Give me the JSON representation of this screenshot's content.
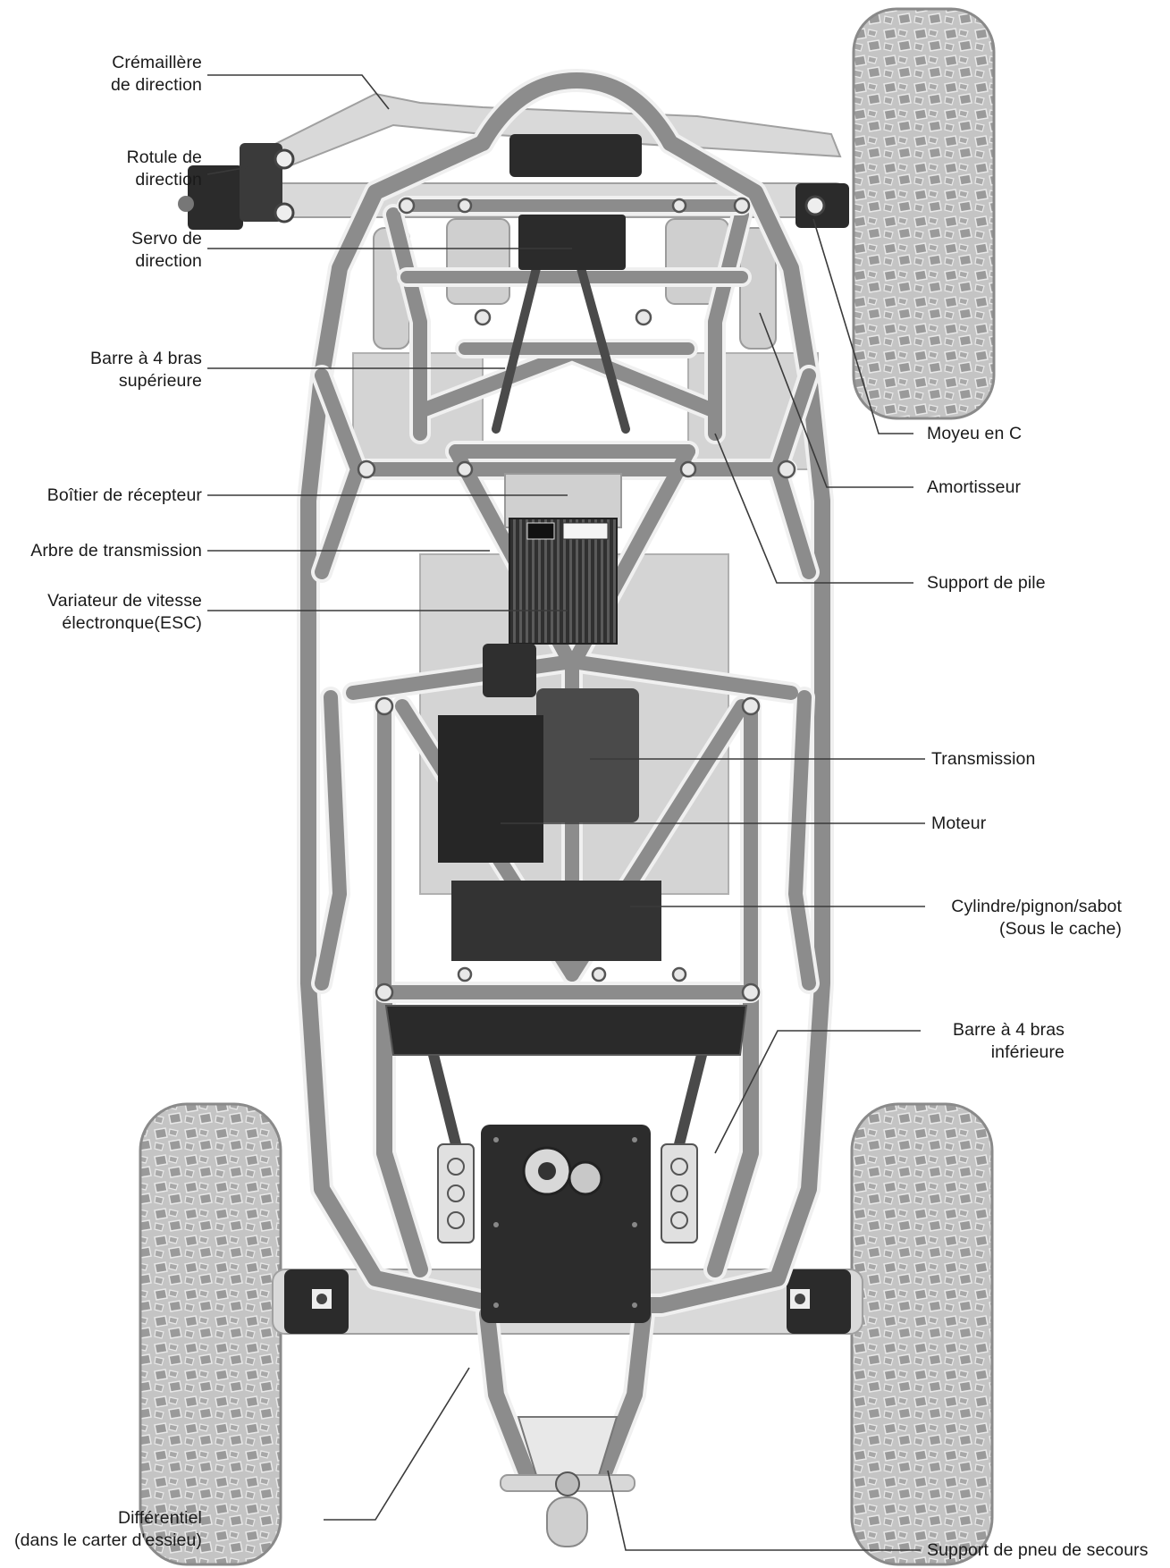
{
  "labels": {
    "cremaillere": [
      "Crémaillère",
      "de direction"
    ],
    "rotule": [
      "Rotule de",
      "direction"
    ],
    "servo": [
      "Servo de",
      "direction"
    ],
    "barre_sup": [
      "Barre à 4 bras",
      "supérieure"
    ],
    "boitier": [
      "Boîtier de récepteur"
    ],
    "arbre": [
      "Arbre de transmission"
    ],
    "variateur": [
      "Variateur de vitesse",
      "électronque(ESC)"
    ],
    "differentiel": [
      "Différentiel",
      "(dans le carter d'essieu)"
    ],
    "moyeu": [
      "Moyeu en C"
    ],
    "amortisseur": [
      "Amortisseur"
    ],
    "support_pile": [
      "Support de pile"
    ],
    "transmission": [
      "Transmission"
    ],
    "moteur": [
      "Moteur"
    ],
    "cylindre": [
      "Cylindre/pignon/sabot",
      "(Sous le cache)"
    ],
    "barre_inf": [
      "Barre à 4 bras",
      "inférieure"
    ],
    "pneu_secours": [
      "Support de pneu de secours"
    ]
  },
  "colors": {
    "frame": "#8c8c8c",
    "frame_outline": "#f2f2f2",
    "dark_part": "#2b2b2b",
    "light_part": "#d8d8d8",
    "tire": "#b5b5b5",
    "leader_line": "#3a3a3a"
  }
}
